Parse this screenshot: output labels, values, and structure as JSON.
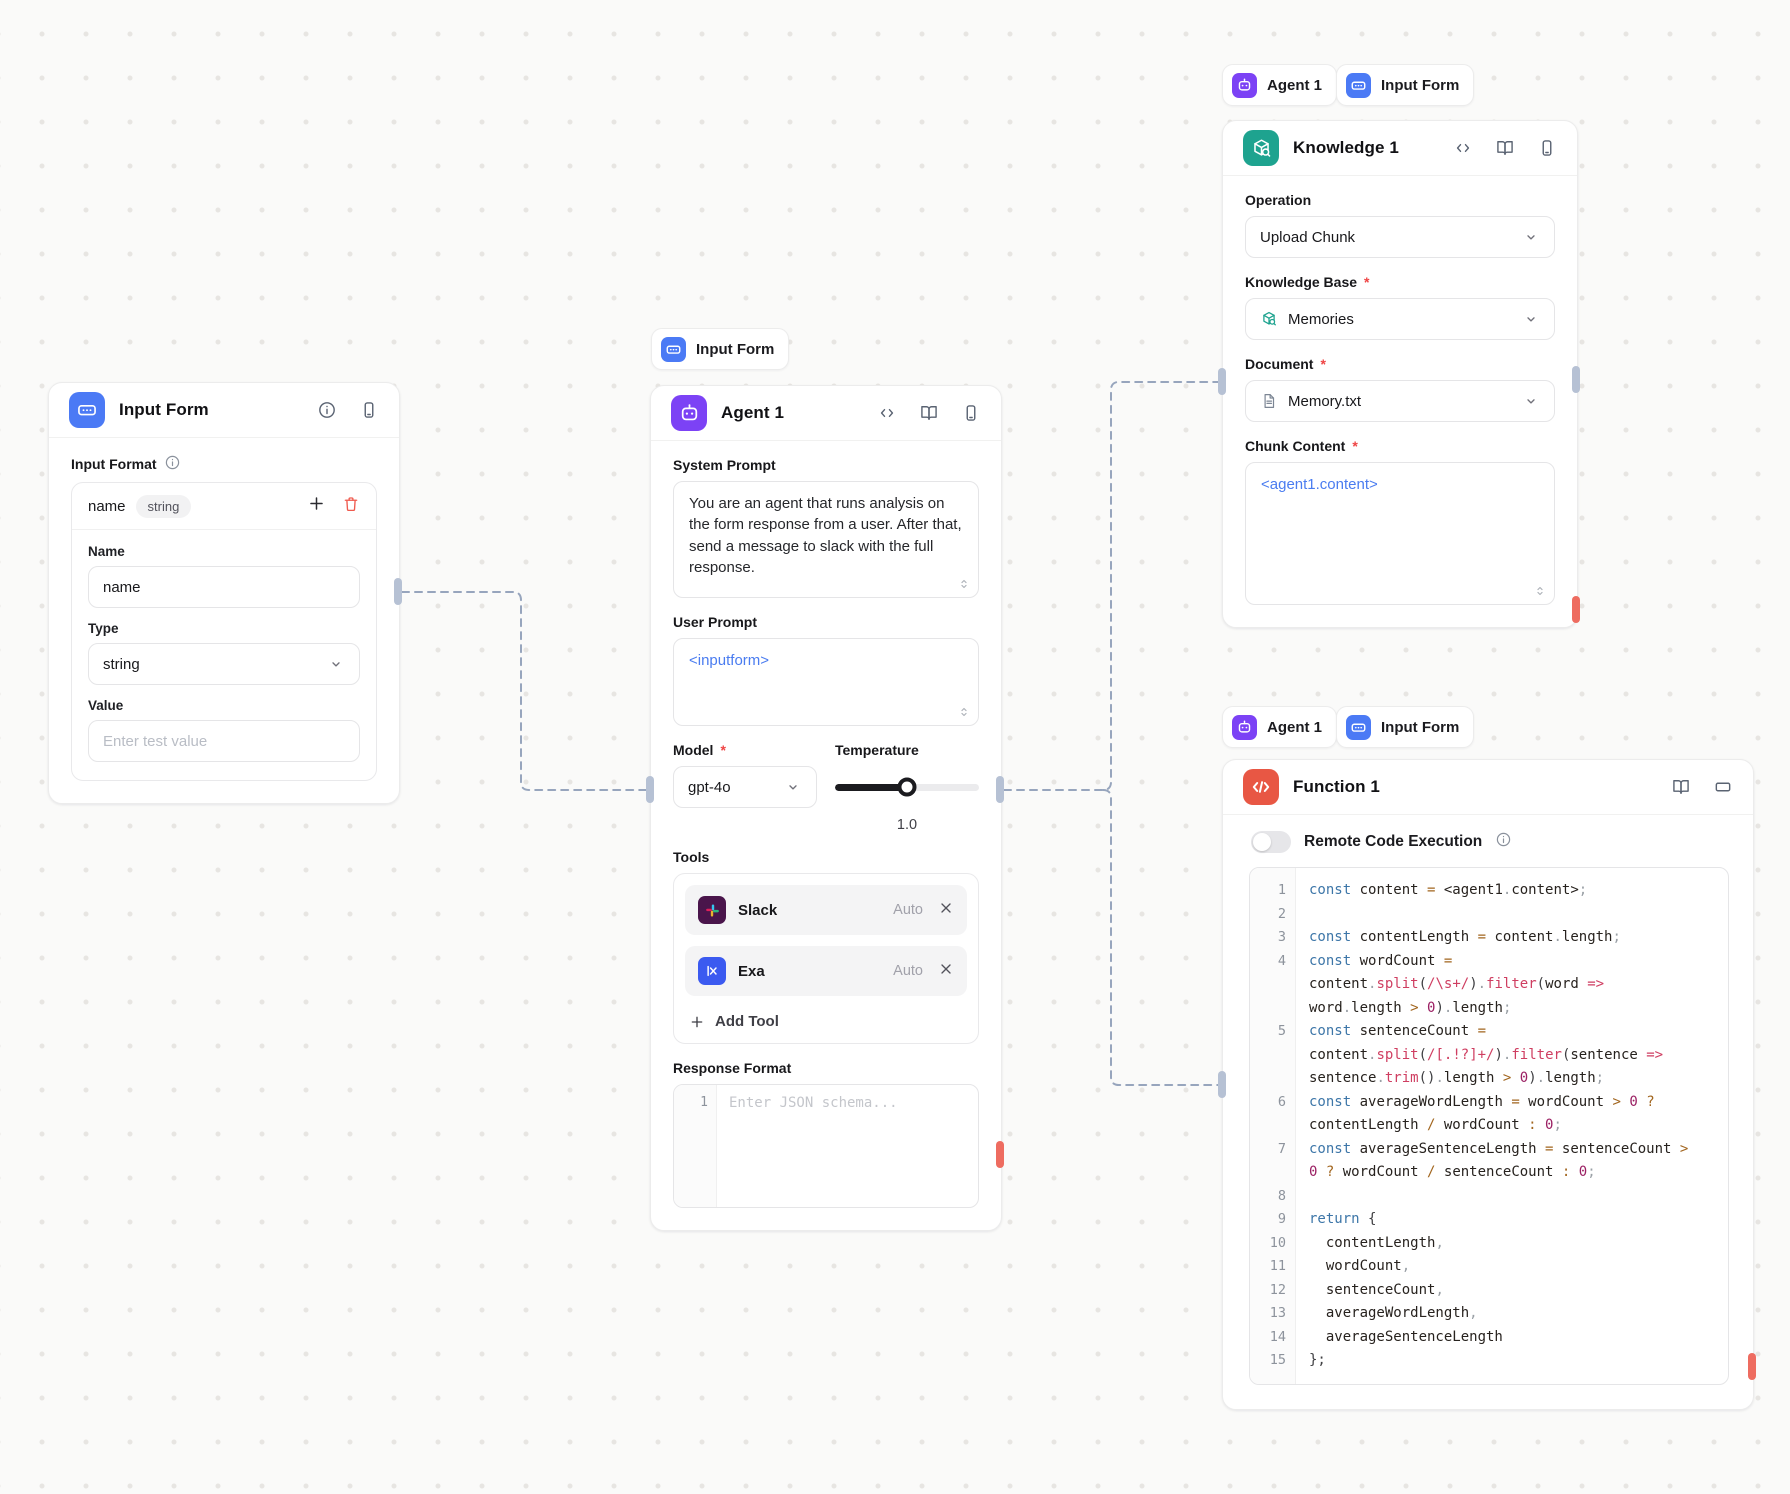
{
  "pills": {
    "agent_label": "Agent 1",
    "input_form_label": "Input Form"
  },
  "input_form_node": {
    "title": "Input Form",
    "input_format_label": "Input Format",
    "row_name": "name",
    "row_type_chip": "string",
    "name_label": "Name",
    "name_value": "name",
    "type_label": "Type",
    "type_value": "string",
    "value_label": "Value",
    "value_placeholder": "Enter test value"
  },
  "agent_node": {
    "title": "Agent 1",
    "system_prompt_label": "System Prompt",
    "system_prompt_value": "You are an agent that runs analysis on the form response from a user. After that, send a message to slack with the full response.",
    "user_prompt_label": "User Prompt",
    "user_prompt_value": "<inputform>",
    "model_label": "Model",
    "model_value": "gpt-4o",
    "temperature_label": "Temperature",
    "temperature_value": "1.0",
    "tools_label": "Tools",
    "tools": [
      {
        "name": "Slack",
        "mode": "Auto"
      },
      {
        "name": "Exa",
        "mode": "Auto"
      }
    ],
    "add_tool_label": "Add Tool",
    "response_format_label": "Response Format",
    "response_format_line": "1",
    "response_format_placeholder": "Enter JSON schema..."
  },
  "knowledge_node": {
    "title": "Knowledge 1",
    "operation_label": "Operation",
    "operation_value": "Upload Chunk",
    "knowledge_base_label": "Knowledge Base",
    "knowledge_base_value": "Memories",
    "document_label": "Document",
    "document_value": "Memory.txt",
    "chunk_content_label": "Chunk Content",
    "chunk_content_value": "<agent1.content>"
  },
  "function_node": {
    "title": "Function 1",
    "toggle_label": "Remote Code Execution",
    "code_lines": [
      {
        "n": "1",
        "toks": [
          [
            "k",
            "const"
          ],
          [
            "t",
            " content "
          ],
          [
            "o",
            "="
          ],
          [
            "t",
            " <agent1"
          ],
          [
            "p",
            "."
          ],
          [
            "t",
            "content>"
          ],
          [
            "p",
            ";"
          ]
        ]
      },
      {
        "n": "2",
        "toks": []
      },
      {
        "n": "3",
        "toks": [
          [
            "k",
            "const"
          ],
          [
            "t",
            " contentLength "
          ],
          [
            "o",
            "="
          ],
          [
            "t",
            " content"
          ],
          [
            "p",
            "."
          ],
          [
            "t",
            "length"
          ],
          [
            "p",
            ";"
          ]
        ]
      },
      {
        "n": "4",
        "toks": [
          [
            "k",
            "const"
          ],
          [
            "t",
            " wordCount "
          ],
          [
            "o",
            "="
          ]
        ]
      },
      {
        "n": "",
        "toks": [
          [
            "t",
            "content"
          ],
          [
            "p",
            "."
          ],
          [
            "m",
            "split"
          ],
          [
            "b",
            "("
          ],
          [
            "m",
            "/\\s+/"
          ],
          [
            "b",
            ")"
          ],
          [
            "p",
            "."
          ],
          [
            "m",
            "filter"
          ],
          [
            "b",
            "("
          ],
          [
            "t",
            "word "
          ],
          [
            "m",
            "=>"
          ]
        ]
      },
      {
        "n": "",
        "toks": [
          [
            "t",
            "word"
          ],
          [
            "p",
            "."
          ],
          [
            "t",
            "length "
          ],
          [
            "o",
            ">"
          ],
          [
            "t",
            " "
          ],
          [
            "num",
            "0"
          ],
          [
            "b",
            ")"
          ],
          [
            "p",
            "."
          ],
          [
            "t",
            "length"
          ],
          [
            "p",
            ";"
          ]
        ]
      },
      {
        "n": "5",
        "toks": [
          [
            "k",
            "const"
          ],
          [
            "t",
            " sentenceCount "
          ],
          [
            "o",
            "="
          ]
        ]
      },
      {
        "n": "",
        "toks": [
          [
            "t",
            "content"
          ],
          [
            "p",
            "."
          ],
          [
            "m",
            "split"
          ],
          [
            "b",
            "("
          ],
          [
            "m",
            "/[.!?]+/"
          ],
          [
            "b",
            ")"
          ],
          [
            "p",
            "."
          ],
          [
            "m",
            "filter"
          ],
          [
            "b",
            "("
          ],
          [
            "t",
            "sentence "
          ],
          [
            "m",
            "=>"
          ]
        ]
      },
      {
        "n": "",
        "toks": [
          [
            "t",
            "sentence"
          ],
          [
            "p",
            "."
          ],
          [
            "m",
            "trim"
          ],
          [
            "b",
            "()"
          ],
          [
            "p",
            "."
          ],
          [
            "t",
            "length "
          ],
          [
            "o",
            ">"
          ],
          [
            "t",
            " "
          ],
          [
            "num",
            "0"
          ],
          [
            "b",
            ")"
          ],
          [
            "p",
            "."
          ],
          [
            "t",
            "length"
          ],
          [
            "p",
            ";"
          ]
        ]
      },
      {
        "n": "6",
        "toks": [
          [
            "k",
            "const"
          ],
          [
            "t",
            " averageWordLength "
          ],
          [
            "o",
            "="
          ],
          [
            "t",
            " wordCount "
          ],
          [
            "o",
            ">"
          ],
          [
            "t",
            " "
          ],
          [
            "num",
            "0"
          ],
          [
            "t",
            " "
          ],
          [
            "o",
            "?"
          ]
        ]
      },
      {
        "n": "",
        "toks": [
          [
            "t",
            "contentLength "
          ],
          [
            "o",
            "/"
          ],
          [
            "t",
            " wordCount "
          ],
          [
            "o",
            ":"
          ],
          [
            "t",
            " "
          ],
          [
            "num",
            "0"
          ],
          [
            "p",
            ";"
          ]
        ]
      },
      {
        "n": "7",
        "toks": [
          [
            "k",
            "const"
          ],
          [
            "t",
            " averageSentenceLength "
          ],
          [
            "o",
            "="
          ],
          [
            "t",
            " sentenceCount "
          ],
          [
            "o",
            ">"
          ]
        ]
      },
      {
        "n": "",
        "toks": [
          [
            "num",
            "0"
          ],
          [
            "t",
            " "
          ],
          [
            "o",
            "?"
          ],
          [
            "t",
            " wordCount "
          ],
          [
            "o",
            "/"
          ],
          [
            "t",
            " sentenceCount "
          ],
          [
            "o",
            ":"
          ],
          [
            "t",
            " "
          ],
          [
            "num",
            "0"
          ],
          [
            "p",
            ";"
          ]
        ]
      },
      {
        "n": "8",
        "toks": []
      },
      {
        "n": "9",
        "toks": [
          [
            "k",
            "return"
          ],
          [
            "t",
            " "
          ],
          [
            "b",
            "{"
          ]
        ]
      },
      {
        "n": "10",
        "toks": [
          [
            "t",
            "  contentLength"
          ],
          [
            "p",
            ","
          ]
        ]
      },
      {
        "n": "11",
        "toks": [
          [
            "t",
            "  wordCount"
          ],
          [
            "p",
            ","
          ]
        ]
      },
      {
        "n": "12",
        "toks": [
          [
            "t",
            "  sentenceCount"
          ],
          [
            "p",
            ","
          ]
        ]
      },
      {
        "n": "13",
        "toks": [
          [
            "t",
            "  averageWordLength"
          ],
          [
            "p",
            ","
          ]
        ]
      },
      {
        "n": "14",
        "toks": [
          [
            "t",
            "  averageSentenceLength"
          ]
        ]
      },
      {
        "n": "15",
        "toks": [
          [
            "b",
            "};"
          ]
        ]
      }
    ]
  },
  "colors": {
    "input_form_icon_bg": "#4b7af5",
    "agent_icon_bg": "#7c42f5",
    "knowledge_icon_bg": "#1ea38f",
    "function_icon_bg": "#e85744",
    "slack_icon_bg": "#4a154b",
    "exa_icon_bg": "#3b5af0",
    "port": "#b6c1d4",
    "port_error": "#ee6c60",
    "connector": "#97a5bd",
    "template_token_text": "#4a7cf0"
  }
}
